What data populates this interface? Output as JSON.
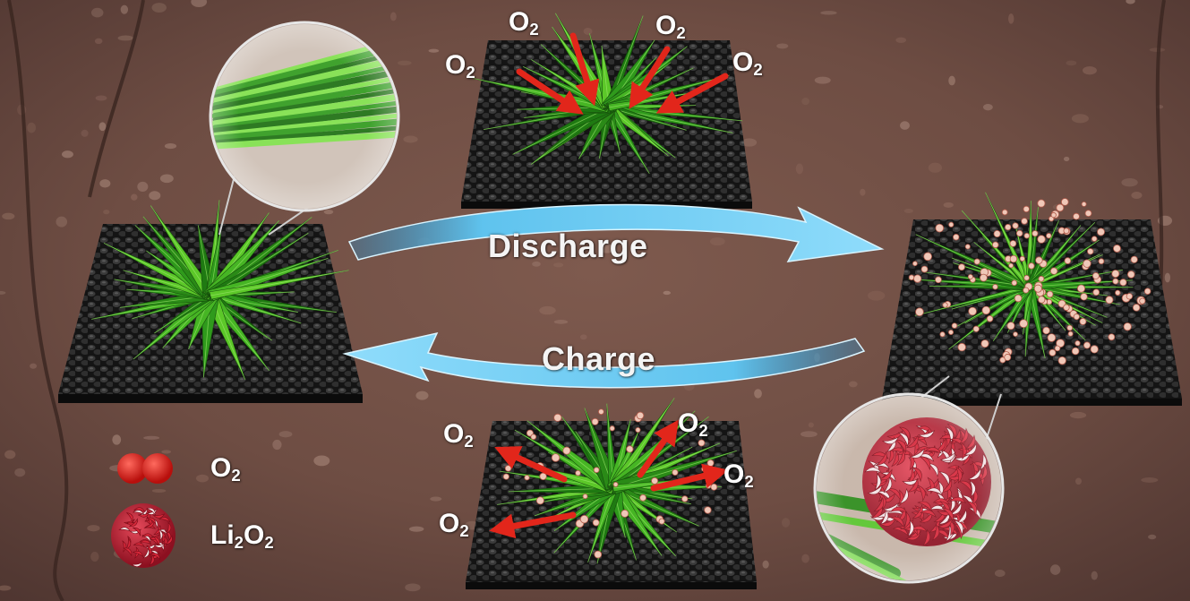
{
  "process": {
    "discharge": "Discharge",
    "charge": "Charge"
  },
  "oxygen": {
    "symbol": "O",
    "subscript": "2"
  },
  "legend": {
    "o2": {
      "main": "O",
      "sub": "2"
    },
    "li2o2": {
      "part1": "Li",
      "sub1": "2",
      "part2": "O",
      "sub2": "2"
    }
  },
  "colors": {
    "arrow": "#5fc3ee",
    "leaf": "#3a9d1f",
    "o2_arrow": "#e2261b",
    "o2_molecule": "#d81e17",
    "li2o2_particle": "#c41e2a",
    "substrate": "#1a1a1a"
  },
  "icons": [
    "o2-molecule-icon",
    "li2o2-particle-icon"
  ]
}
